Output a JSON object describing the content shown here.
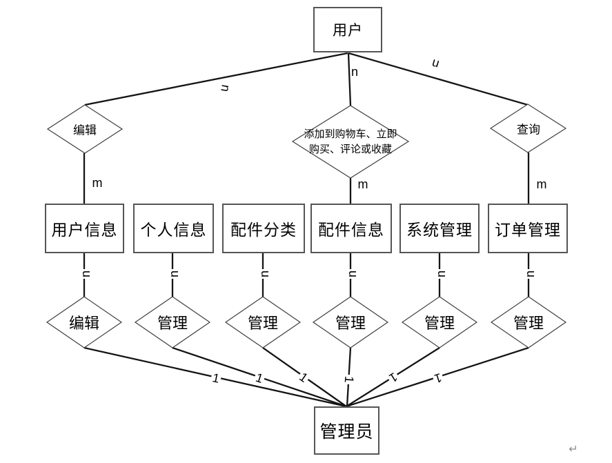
{
  "nodes": {
    "user": "用户",
    "admin": "管理员",
    "entities": [
      "用户信息",
      "个人信息",
      "配件分类",
      "配件信息",
      "系统管理",
      "订单管理"
    ]
  },
  "relations": {
    "edit_top": "编辑",
    "query": "查询",
    "cart_line1": "添加到购物车、立即",
    "cart_line2": "购买、评论或收藏",
    "edit_bottom": "编辑",
    "manage": "管理"
  },
  "cardinality": {
    "n": "n",
    "m": "m",
    "one": "1"
  },
  "marks": {
    "return": "↵"
  },
  "colors": {
    "background": "#ffffff",
    "line": "#141414",
    "diamond_border": "#3e3e3e",
    "box_border": "#545454",
    "text": "#000000",
    "return_mark": "#8a8a8a"
  }
}
